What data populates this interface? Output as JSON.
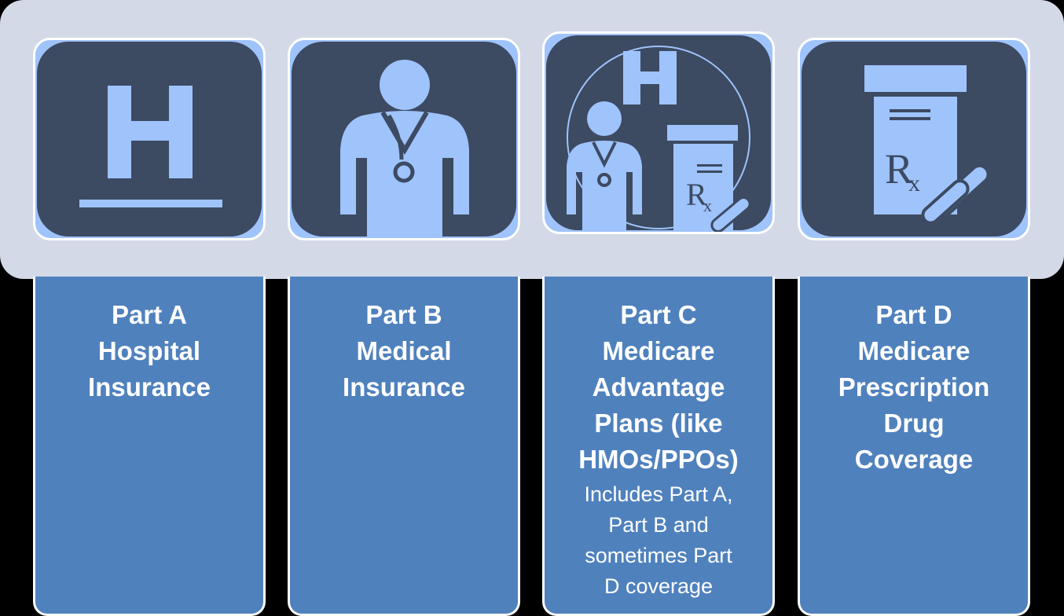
{
  "colors": {
    "band": "#d3d9e7",
    "tile_bg": "#9fc3fb",
    "icon_dark": "#3c4a62",
    "icon_light": "#9fc3fb",
    "panel": "#4f81bd",
    "text": "#ffffff"
  },
  "parts": [
    {
      "icon": "hospital-h-icon",
      "title_lines": [
        "Part A",
        "Hospital",
        "Insurance"
      ],
      "note_lines": []
    },
    {
      "icon": "doctor-stethoscope-icon",
      "title_lines": [
        "Part B",
        "Medical",
        "Insurance"
      ],
      "note_lines": []
    },
    {
      "icon": "hospital-doctor-prescription-icon",
      "title_lines": [
        "Part C",
        "Medicare",
        "Advantage",
        "Plans (like",
        "HMOs/PPOs)"
      ],
      "note_lines": [
        "Includes Part A,",
        "Part B and",
        "sometimes Part",
        "D coverage"
      ]
    },
    {
      "icon": "prescription-bottle-pills-icon",
      "title_lines": [
        "Part D",
        "Medicare",
        "Prescription",
        "Drug",
        "Coverage"
      ],
      "note_lines": []
    }
  ]
}
